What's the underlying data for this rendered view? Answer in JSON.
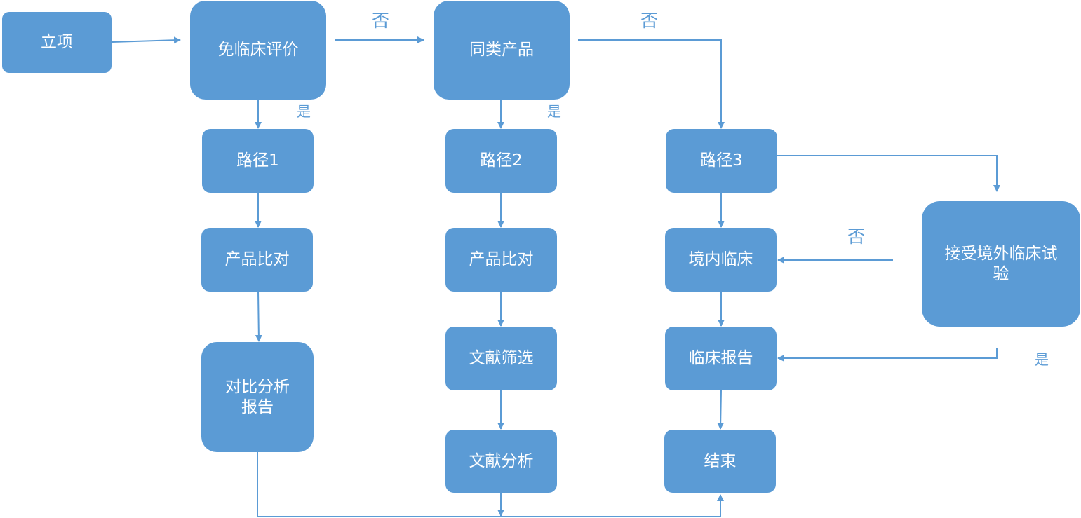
{
  "colors": {
    "node_fill": "#5b9bd5",
    "node_text": "#ffffff",
    "connector": "#5b9bd5",
    "label": "#5b9bd5"
  },
  "nodes": {
    "start": "立项",
    "exempt_eval": "免临床评价",
    "same_type": "同类产品",
    "path1": "路径1",
    "path2": "路径2",
    "path3": "路径3",
    "compare1": "产品比对",
    "compare2": "产品比对",
    "domestic_clinical": "境内临床",
    "accept_foreign": "接受境外临床试验",
    "compare_report": "对比分析报告",
    "lit_screen": "文献筛选",
    "clinical_report": "临床报告",
    "lit_analysis": "文献分析",
    "end": "结束"
  },
  "edge_labels": {
    "exempt_no": "否",
    "exempt_yes": "是",
    "same_no": "否",
    "same_yes": "是",
    "foreign_no": "否",
    "foreign_yes": "是"
  }
}
